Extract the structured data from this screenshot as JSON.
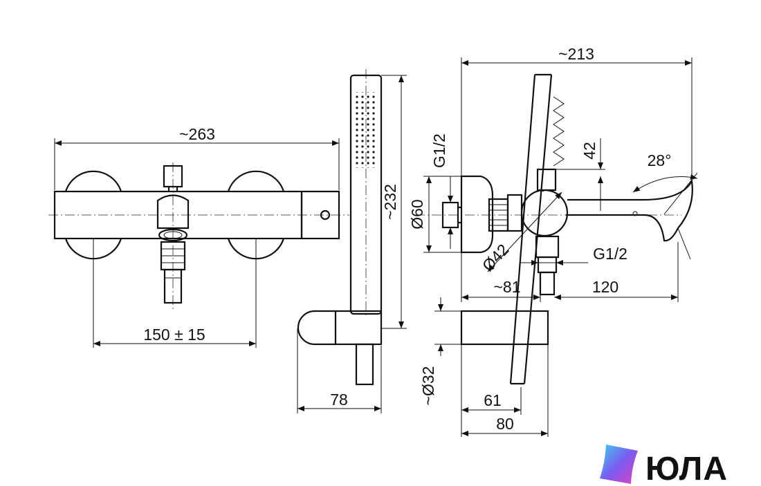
{
  "dimensions": {
    "width_263": "~263",
    "spacing_150": "150 ± 15",
    "height_232": "~232",
    "width_78": "78",
    "width_213": "~213",
    "thread_top": "G1/2",
    "diameter_60": "Ø60",
    "height_42": "42",
    "angle_28": "28°",
    "diameter_42": "Ø42",
    "thread_side": "G1/2",
    "depth_81": "~81",
    "spout_120": "120",
    "diameter_32": "~Ø32",
    "depth_61": "61",
    "depth_80": "80"
  },
  "logo": {
    "text": "ЮЛА",
    "gradient_colors": [
      "#3fd0f0",
      "#7a5cf0",
      "#e040c0"
    ]
  }
}
